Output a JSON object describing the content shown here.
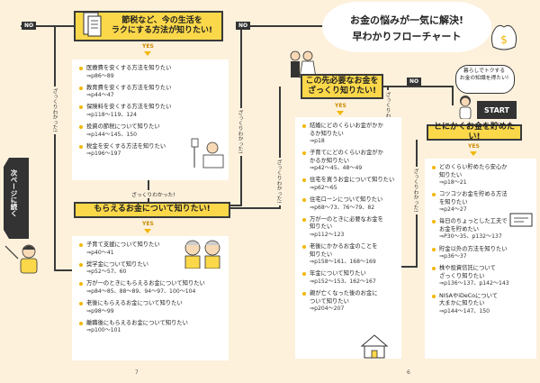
{
  "title": {
    "line1": "お金の悩みが一気に解決!",
    "line2": "早わかりフローチャート"
  },
  "start": {
    "bubble": "暮らしでトクする\nお金の知識を得たい!",
    "label": "START"
  },
  "labels": {
    "no": "NO",
    "yes": "YES",
    "zukkuri": "ざっくりわかった!",
    "next_page": "次ページに続く"
  },
  "nodes": {
    "node1": "節税など、今の生活を\nラクにする方法が知りたい!",
    "node2": "この先必要なお金を\nざっくり知りたい!",
    "node3": "とにかくお金を貯めたい!",
    "node4": "もらえるお金について知りたい!"
  },
  "box_node1": [
    {
      "t": "医療費を安くする方法を知りたい",
      "p": "⇒p86～89"
    },
    {
      "t": "教育費を安くする方法を知りたい",
      "p": "⇒p44～47"
    },
    {
      "t": "保険料を安くする方法を知りたい",
      "p": "⇒p118～119、124"
    },
    {
      "t": "投資の節税について知りたい",
      "p": "⇒p144～145、150"
    },
    {
      "t": "税金を安くする方法を知りたい",
      "p": "⇒p196～197"
    }
  ],
  "box_node4": [
    {
      "t": "子育て支援について知りたい",
      "p": "⇒p40～41"
    },
    {
      "t": "奨学金について知りたい",
      "p": "⇒p52～57、60"
    },
    {
      "t": "万が一のときにもらえるお金について知りたい",
      "p": "⇒p84～85、88～89、94～97、100～104"
    },
    {
      "t": "老後にもらえるお金について知りたい",
      "p": "⇒p98～99"
    },
    {
      "t": "離職後にもらえるお金について知りたい",
      "p": "⇒p100～101"
    }
  ],
  "box_node2": [
    {
      "t": "結婚にどのくらいお金がかか\nるか知りたい",
      "p": "⇒p18"
    },
    {
      "t": "子育てにどのくらいお金がか\nかるか知りたい",
      "p": "⇒p42～45、48～49"
    },
    {
      "t": "住宅を買うお金について知りたい",
      "p": "⇒p62～65"
    },
    {
      "t": "住宅ローンについて知りたい",
      "p": "⇒p68～73、76～79、82"
    },
    {
      "t": "万が一のときに必要なお金を\n知りたい",
      "p": "⇒p112～123"
    },
    {
      "t": "老後にかかるお金のことを\n知りたい",
      "p": "⇒p158～161、168～169"
    },
    {
      "t": "年金について知りたい",
      "p": "⇒p152～153、162～167"
    },
    {
      "t": "親が亡くなった後のお金に\nついて知りたい",
      "p": "⇒p204～207"
    }
  ],
  "box_node3": [
    {
      "t": "どのくらい貯めたら安心か\n知りたい",
      "p": "⇒p18～21"
    },
    {
      "t": "コツコツお金を貯める方法\nを知りたい",
      "p": "⇒p24～27"
    },
    {
      "t": "毎日のちょっとした工夫で\nお金を貯めたい",
      "p": "⇒P30～35、p132～137"
    },
    {
      "t": "貯金以外の方法を知りたい",
      "p": "⇒p36～37"
    },
    {
      "t": "株や投資信託について\nざっくり知りたい",
      "p": "⇒p136～137、p142～143"
    },
    {
      "t": "NISAやiDeCoについて\n大まかに知りたい",
      "p": "⇒p144～147、150"
    }
  ],
  "page_numbers": {
    "left": "7",
    "right": "6"
  },
  "colors": {
    "bg": "#fdf1dc",
    "accent": "#fbd84a",
    "dark": "#3a3a3a"
  }
}
